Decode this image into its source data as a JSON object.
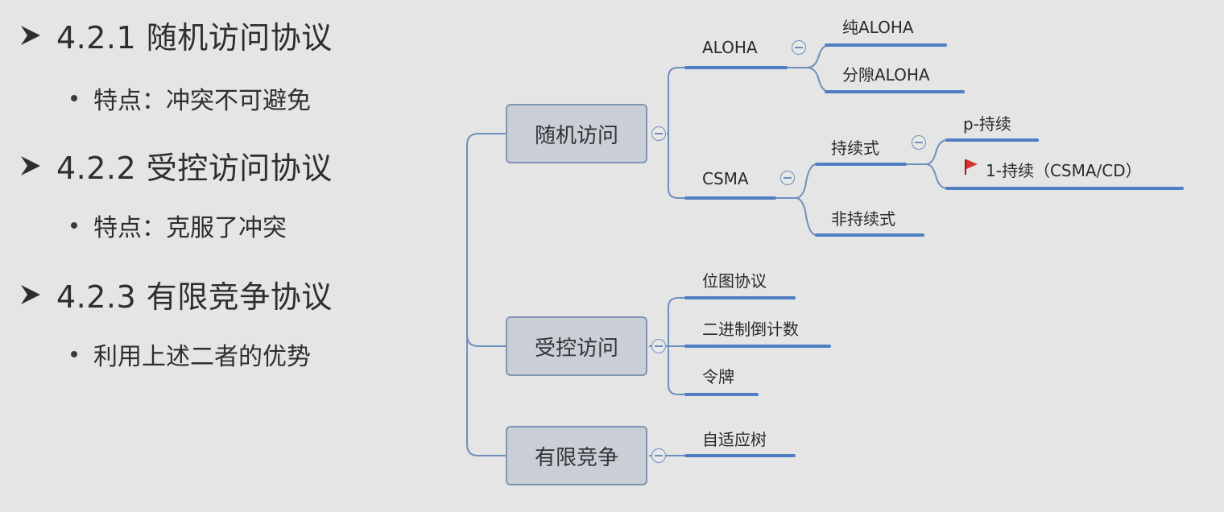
{
  "outline": {
    "sections": [
      {
        "heading": "4.2.1 随机访问协议",
        "point": "特点：冲突不可避免"
      },
      {
        "heading": "4.2.2 受控访问协议",
        "point": "特点：克服了冲突"
      },
      {
        "heading": "4.2.3 有限竞争协议",
        "point": "利用上述二者的优势"
      }
    ]
  },
  "mindmap": {
    "branches": {
      "random": "随机访问",
      "controlled": "受控访问",
      "limited": "有限竞争"
    },
    "random": {
      "aloha": "ALOHA",
      "pure_aloha": "纯ALOHA",
      "slotted_aloha": "分隙ALOHA",
      "csma": "CSMA",
      "persistent": "持续式",
      "p_persistent": "p-持续",
      "one_persistent": "1-持续（CSMA/CD）",
      "non_persistent": "非持续式"
    },
    "controlled": {
      "bitmap": "位图协议",
      "binary_countdown": "二进制倒计数",
      "token": "令牌"
    },
    "limited": {
      "adaptive_tree": "自适应树"
    },
    "colors": {
      "line": "#6f8fbe",
      "underline": "#4f7ec2",
      "box_fill": "#c9ced7",
      "box_border": "#7f95b3",
      "flag": "#d9302c"
    }
  }
}
